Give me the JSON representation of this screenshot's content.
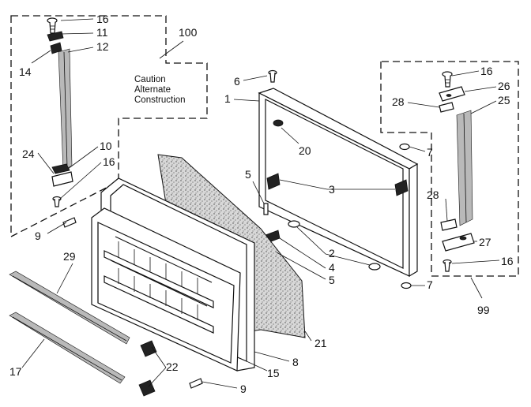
{
  "diagram": {
    "note_lines": [
      "Caution",
      "Alternate",
      "Construction"
    ],
    "callouts": {
      "c100": "100",
      "c16a": "16",
      "c11": "11",
      "c12": "12",
      "c14": "14",
      "c24": "24",
      "c10": "10",
      "c16b": "16",
      "c9a": "9",
      "c29": "29",
      "c17": "17",
      "c22": "22",
      "c9b": "9",
      "c15": "15",
      "c8": "8",
      "c21": "21",
      "c6": "6",
      "c1": "1",
      "c20": "20",
      "c5a": "5",
      "c3": "3",
      "c2": "2",
      "c4": "4",
      "c5b": "5",
      "c7a": "7",
      "c7b": "7",
      "c16c": "16",
      "c26": "26",
      "c28a": "28",
      "c25": "25",
      "c28b": "28",
      "c27": "27",
      "c16d": "16",
      "c99": "99"
    }
  }
}
